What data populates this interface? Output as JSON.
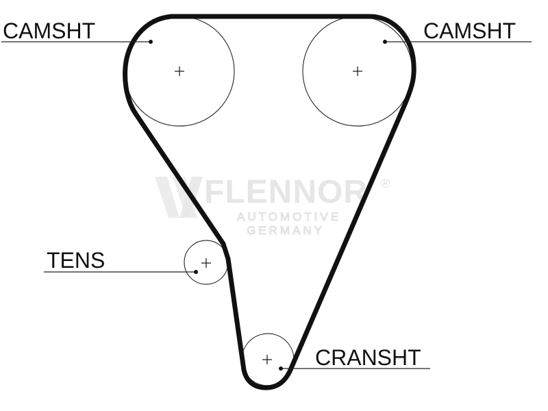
{
  "labels": {
    "camshaft_left": "CAMSHT",
    "camshaft_right": "CAMSHT",
    "tensioner": "TENS",
    "crankshaft": "CRANSHT"
  },
  "watermark": {
    "brand": "FLENNOR",
    "registered": "®",
    "line1": "AUTOMOTIVE",
    "line2": "GERMANY"
  },
  "colors": {
    "belt": "#111111",
    "outline": "#333333",
    "watermark": "#e6e6e6"
  }
}
